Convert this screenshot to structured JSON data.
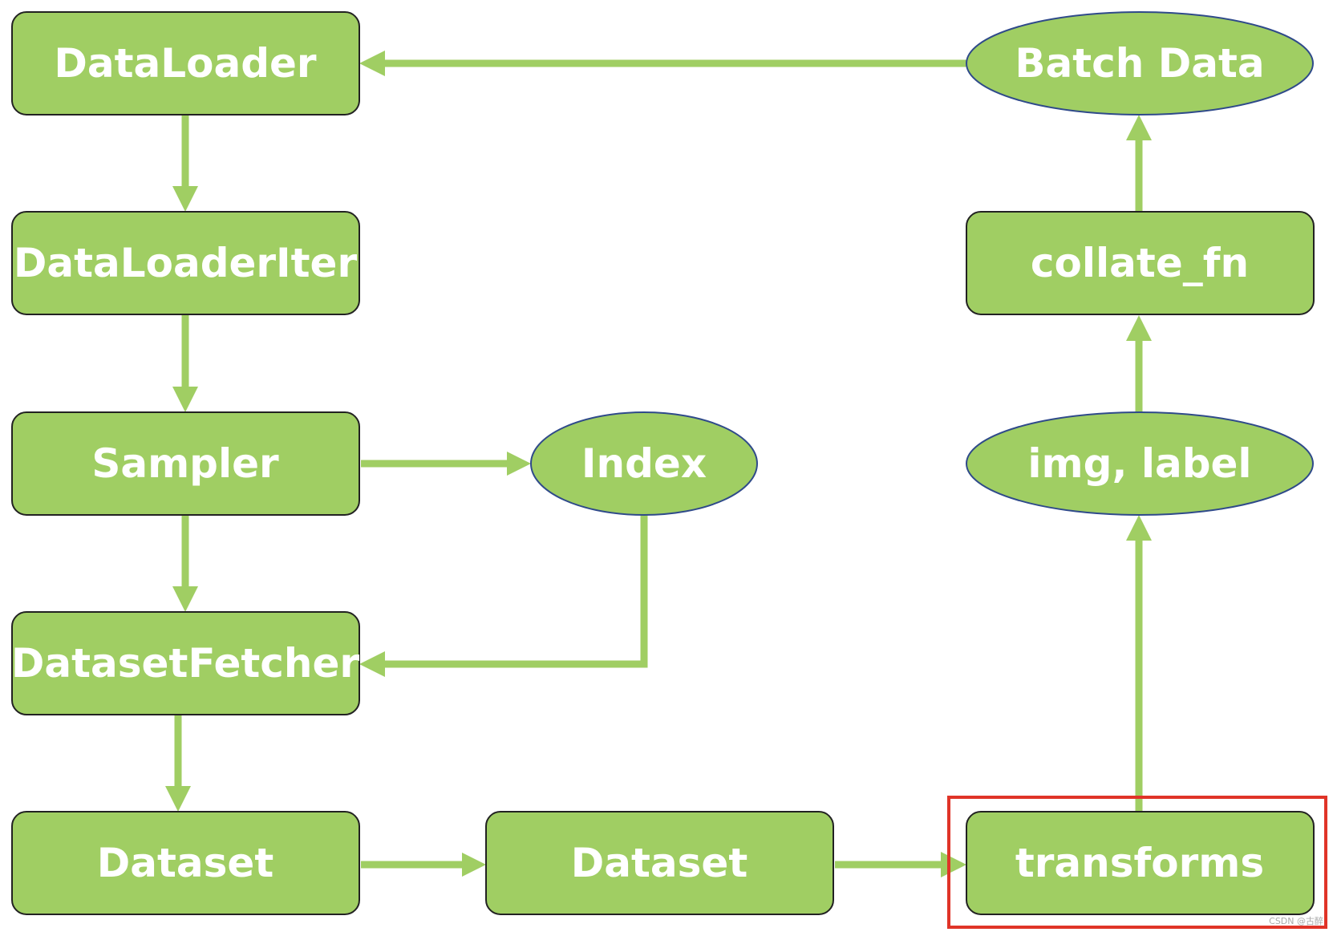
{
  "colors": {
    "node_fill": "#a0ce63",
    "node_border": "#222222",
    "ellipse_border": "#2f4a8a",
    "arrow": "#a0ce63",
    "highlight": "#e03428",
    "text": "#ffffff"
  },
  "nodes": {
    "dataloader": "DataLoader",
    "dataloaderiter": "DataLoaderIter",
    "sampler": "Sampler",
    "index": "Index",
    "datasetfetcher": "DatasetFetcher",
    "dataset_1": "Dataset",
    "dataset_2": "Dataset",
    "transforms": "transforms",
    "img_label": "img, label",
    "collate_fn": "collate_fn",
    "batch_data": "Batch Data"
  },
  "watermark": "CSDN @古醉"
}
